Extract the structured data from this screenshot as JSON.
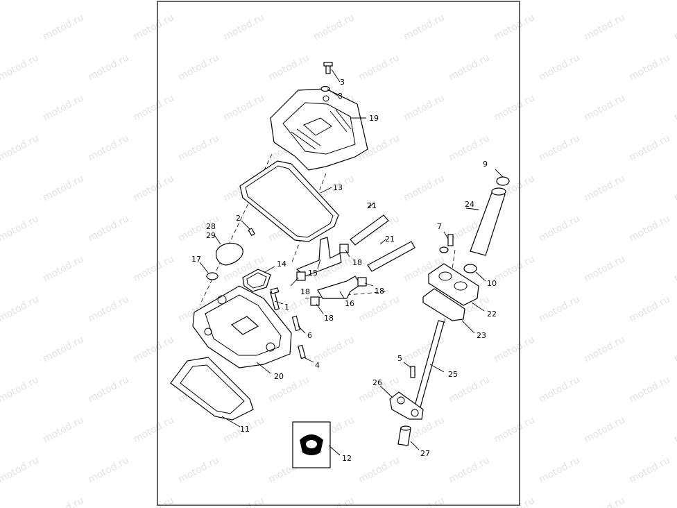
{
  "watermark": "motod.ru",
  "callouts": [
    {
      "id": "c1",
      "label": "1"
    },
    {
      "id": "c2",
      "label": "2"
    },
    {
      "id": "c3",
      "label": "3"
    },
    {
      "id": "c4",
      "label": "4"
    },
    {
      "id": "c5",
      "label": "5"
    },
    {
      "id": "c6",
      "label": "6"
    },
    {
      "id": "c7",
      "label": "7"
    },
    {
      "id": "c8",
      "label": "8"
    },
    {
      "id": "c9",
      "label": "9"
    },
    {
      "id": "c10",
      "label": "10"
    },
    {
      "id": "c11",
      "label": "11"
    },
    {
      "id": "c12",
      "label": "12"
    },
    {
      "id": "c13",
      "label": "13"
    },
    {
      "id": "c14",
      "label": "14"
    },
    {
      "id": "c15",
      "label": "15"
    },
    {
      "id": "c16",
      "label": "16"
    },
    {
      "id": "c17",
      "label": "17"
    },
    {
      "id": "c18a",
      "label": "18"
    },
    {
      "id": "c18b",
      "label": "18"
    },
    {
      "id": "c18c",
      "label": "18"
    },
    {
      "id": "c18d",
      "label": "18"
    },
    {
      "id": "c19",
      "label": "19"
    },
    {
      "id": "c20",
      "label": "20"
    },
    {
      "id": "c21a",
      "label": "21"
    },
    {
      "id": "c21b",
      "label": "21"
    },
    {
      "id": "c22",
      "label": "22"
    },
    {
      "id": "c23",
      "label": "23"
    },
    {
      "id": "c24",
      "label": "24"
    },
    {
      "id": "c25",
      "label": "25"
    },
    {
      "id": "c26",
      "label": "26"
    },
    {
      "id": "c27",
      "label": "27"
    },
    {
      "id": "c28",
      "label": "28"
    },
    {
      "id": "c29",
      "label": "29"
    }
  ]
}
